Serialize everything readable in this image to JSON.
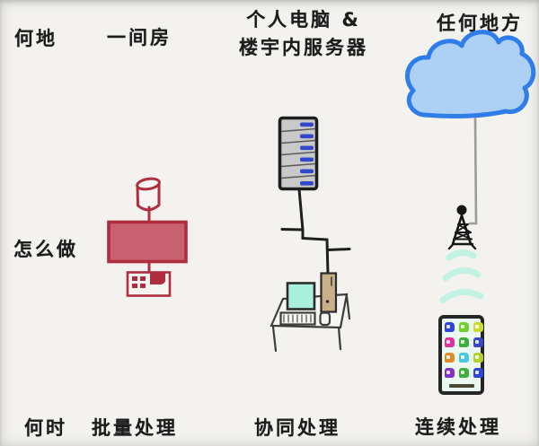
{
  "title": "Evolution of computing diagram (hand-drawn)",
  "palette": {
    "background": "#f3f2ef",
    "ink": "#1c1c1c",
    "sketch_ink": "#1e1e1e",
    "mainframe_fill": "#c9606f",
    "mainframe_stroke": "#b02c3f",
    "server_body": "#c9c9c9",
    "server_label": "#3347cc",
    "monitor_screen": "#a9efdd",
    "tower_case": "#c8b189",
    "cloud_fill": "#aed0f5",
    "cloud_stroke": "#2f7de8",
    "wifi_wave": "#c2f2e4",
    "connector_gray": "#9b9b9b",
    "phone_frame": "#262626",
    "phone_screen": "#eaf8f1",
    "paper_fill": "#f6f5f2"
  },
  "labels": {
    "where": "何地",
    "room": "一间房",
    "pc_line1": "个人电脑 &",
    "pc_line2": "楼宇内服务器",
    "anywhere": "任何地方",
    "how": "怎么做",
    "when": "何时",
    "batch": "批量处理",
    "collaborative": "协同处理",
    "continuous": "连续处理"
  },
  "columns": [
    {
      "where": "一间房",
      "how": "mainframe with tape reel and operator console (red sketch)",
      "when": "批量处理"
    },
    {
      "where": "个人电脑 & 楼宇内服务器",
      "how": "server rack wired to desktop PC on desk",
      "when": "协同处理"
    },
    {
      "where": "任何地方",
      "how": "cloud linked to cell tower broadcasting to smartphone",
      "when": "连续处理"
    }
  ],
  "icons": [
    "tape-reel-icon",
    "mainframe-unit-icon",
    "console-icon",
    "server-rack-icon",
    "monitor-icon",
    "tower-pc-icon",
    "keyboard-icon",
    "mouse-icon",
    "desk-icon",
    "cloud-icon",
    "cell-tower-icon",
    "wifi-waves-icon",
    "smartphone-icon"
  ],
  "server": {
    "slot_count": 6
  },
  "phone": {
    "app_icon_colors": [
      "#2f45d8",
      "#6fd12c",
      "#cadb2f",
      "#e3309c",
      "#3fae3f",
      "#3948c8",
      "#e08b28",
      "#49c8e0",
      "#b3d032",
      "#8630c8",
      "#3fae3f",
      "#2f45d8"
    ]
  }
}
